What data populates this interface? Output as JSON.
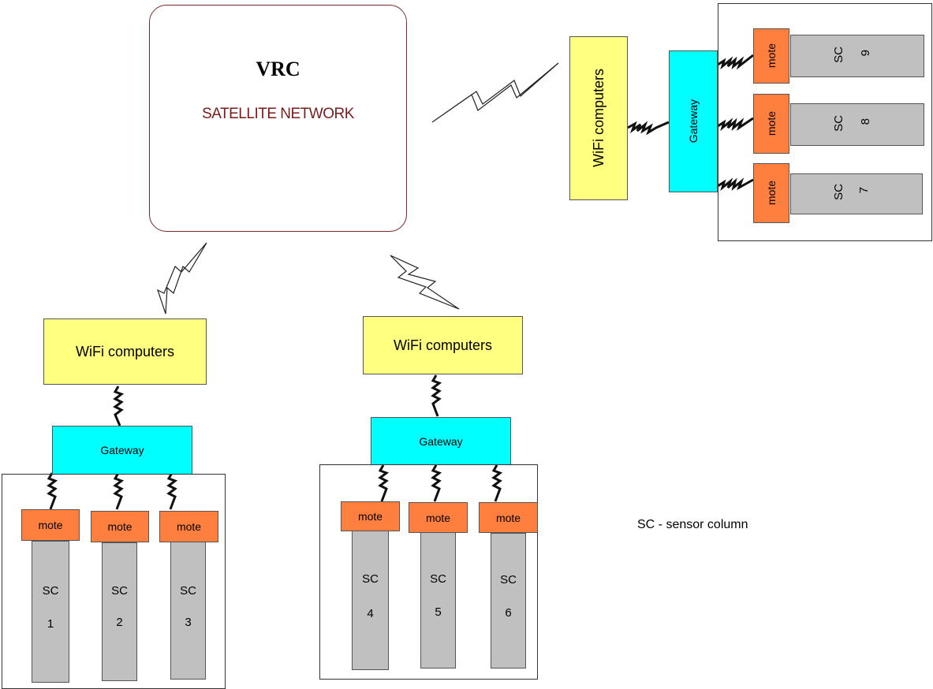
{
  "vrc": {
    "title": "VRC",
    "subtitle": "SATELLITE NETWORK"
  },
  "labels": {
    "wifi": "WiFi computers",
    "gateway": "Gateway",
    "mote": "mote",
    "sc": "SC"
  },
  "sensor_numbers": [
    "1",
    "2",
    "3",
    "4",
    "5",
    "6",
    "7",
    "8",
    "9"
  ],
  "legend": "SC - sensor column",
  "colors": {
    "wifi": "#ffff80",
    "gateway": "#00ffff",
    "mote": "#ff7f3f",
    "sensor_column": "#c0c0c0",
    "satellite_text": "#7a1c1c"
  }
}
